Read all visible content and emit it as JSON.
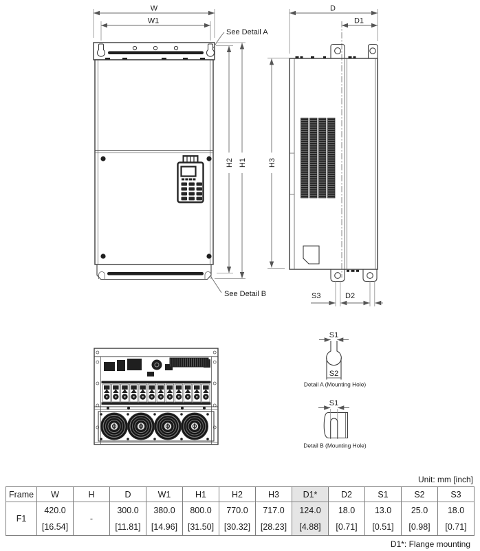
{
  "drawing": {
    "front_view": {
      "dim_w": "W",
      "dim_w1": "W1",
      "dim_h1": "H1",
      "dim_h2": "H2",
      "see_detail_a": "See Detail A",
      "see_detail_b": "See Detail B"
    },
    "side_view": {
      "dim_d": "D",
      "dim_d1": "D1",
      "dim_h3": "H3",
      "dim_s3": "S3",
      "dim_d2": "D2"
    },
    "detail_a": {
      "dim_s1": "S1",
      "dim_s2": "S2",
      "caption": "Detail A (Mounting Hole)"
    },
    "detail_b": {
      "dim_s1": "S1",
      "caption": "Detail B (Mounting Hole)"
    }
  },
  "table": {
    "unit_note": "Unit: mm [inch]",
    "footnote": "D1*: Flange mounting",
    "headers": [
      "Frame",
      "W",
      "H",
      "D",
      "W1",
      "H1",
      "H2",
      "H3",
      "D1*",
      "D2",
      "S1",
      "S2",
      "S3"
    ],
    "frame_label": "F1",
    "highlighted_header": "D1*",
    "cells": [
      {
        "mm": "420.0",
        "inch": "[16.54]"
      },
      {
        "mm": "-",
        "inch": ""
      },
      {
        "mm": "300.0",
        "inch": "[11.81]"
      },
      {
        "mm": "380.0",
        "inch": "[14.96]"
      },
      {
        "mm": "800.0",
        "inch": "[31.50]"
      },
      {
        "mm": "770.0",
        "inch": "[30.32]"
      },
      {
        "mm": "717.0",
        "inch": "[28.23]"
      },
      {
        "mm": "124.0",
        "inch": "[4.88]"
      },
      {
        "mm": "18.0",
        "inch": "[0.71]"
      },
      {
        "mm": "13.0",
        "inch": "[0.51]"
      },
      {
        "mm": "25.0",
        "inch": "[0.98]"
      },
      {
        "mm": "18.0",
        "inch": "[0.71]"
      }
    ]
  },
  "colors": {
    "outline": "#3c3c3c",
    "dimension_line": "#6a6a6a",
    "dark_fill": "#1f1f1f",
    "table_border": "#7f7f7f",
    "highlight_bg": "#e5e5e5"
  }
}
